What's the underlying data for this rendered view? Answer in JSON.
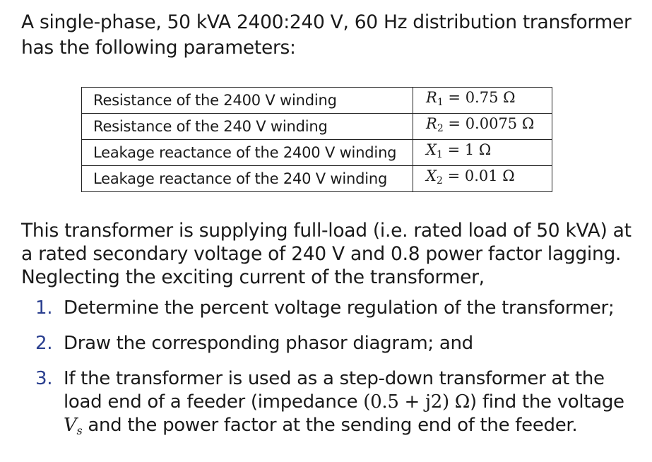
{
  "intro": {
    "line1": "A single-phase, 50 kVA 2400:240 V, 60 Hz distribution transformer",
    "line2": "has the following parameters:"
  },
  "parameters": [
    {
      "description": "Resistance of the 2400 V winding",
      "symbol": "R",
      "sub": "1",
      "value": "= 0.75 Ω"
    },
    {
      "description": "Resistance of the 240 V winding",
      "symbol": "R",
      "sub": "2",
      "value": "= 0.0075 Ω"
    },
    {
      "description": "Leakage reactance of the 2400 V winding",
      "symbol": "X",
      "sub": "1",
      "value": "= 1 Ω"
    },
    {
      "description": "Leakage reactance of the 240 V winding",
      "symbol": "X",
      "sub": "2",
      "value": "= 0.01 Ω"
    }
  ],
  "paragraph": "This transformer is supplying full-load (i.e. rated load of 50 kVA) at a rated secondary voltage of 240 V and 0.8 power factor lagging. Neglecting the exciting current of the transformer,",
  "questions": [
    {
      "number": "1.",
      "text_before": "Determine the percent voltage regulation of the transformer;"
    },
    {
      "number": "2.",
      "text_before": "Draw the corresponding phasor diagram; and"
    },
    {
      "number": "3.",
      "text_before": "If the transformer is used as a step-down transformer at the load end of a feeder (impedance ",
      "impedance": "(0.5 + j2) Ω",
      "text_middle": ") find the voltage ",
      "voltage_symbol": "V",
      "voltage_sub": "s",
      "text_after": " and the power factor at the sending end of the feeder."
    }
  ]
}
